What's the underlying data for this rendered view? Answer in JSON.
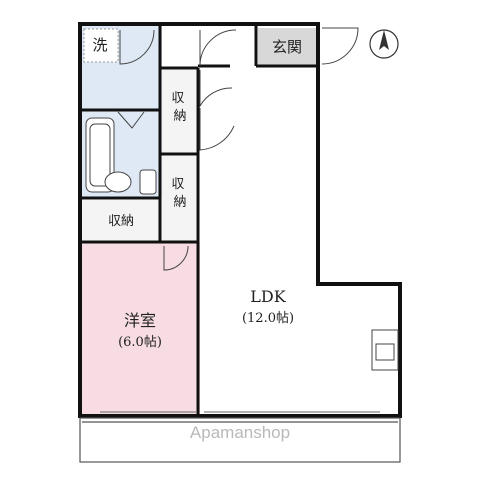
{
  "colors": {
    "wall": "#111111",
    "bathroom_fill": "#dfe9f6",
    "bedroom_fill": "#f7dde3",
    "entrance_fill": "#d8d8d8",
    "storage_fill": "#f4f4f4",
    "door_line": "#444444",
    "watermark": "#b9b9b9"
  },
  "rooms": {
    "laundry": "洗",
    "entrance": "玄関",
    "storage_1": "収納",
    "storage_2": "収納",
    "storage_3": "収納",
    "ldk_name": "LDK",
    "ldk_size": "(12.0帖)",
    "western_name": "洋室",
    "western_size": "(6.0帖)"
  },
  "compass": {
    "icon": "north-arrow-icon"
  },
  "watermark": "Apamanshop"
}
